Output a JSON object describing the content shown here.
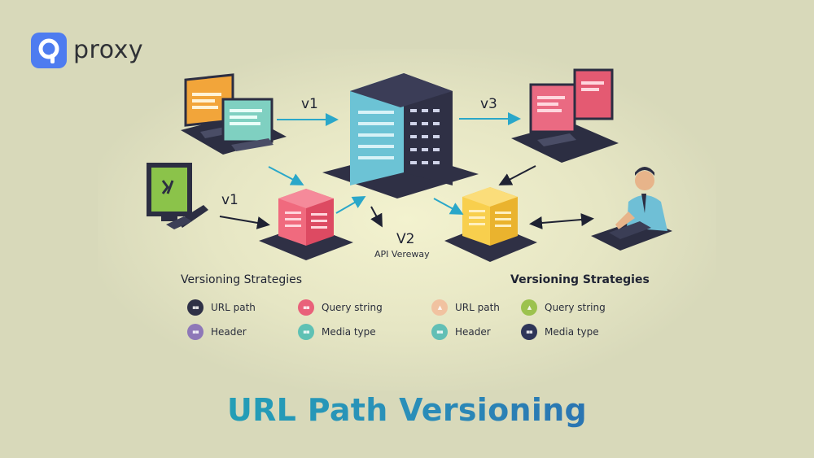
{
  "brand": {
    "name": "proxy",
    "logo_icon": "proxy-logo-icon",
    "color": "#4e7cf0"
  },
  "diagram": {
    "left_top_label": "v1",
    "right_top_label": "v3",
    "left_mid_label": "v1",
    "gateway_version": "V2",
    "gateway_label": "API Vereway",
    "colors": {
      "server": "#2f3045",
      "server_face": "#6cc3d5",
      "red_cube": "#ea5a6e",
      "yellow_cube": "#f5c542",
      "arrow_teal": "#2aa7c9",
      "arrow_dark": "#1f2233"
    }
  },
  "legend_left": {
    "title": "Versioning Strategies",
    "items": [
      {
        "label": "URL path",
        "color": "#2f3147"
      },
      {
        "label": "Query string",
        "color": "#e9617a"
      },
      {
        "label": "Header",
        "color": "#8e78b8"
      },
      {
        "label": "Media type",
        "color": "#5fc1b4"
      }
    ]
  },
  "legend_right": {
    "title": "Versioning Strategies",
    "items": [
      {
        "label": "URL path",
        "color": "#f1c2a0"
      },
      {
        "label": "Query string",
        "color": "#9cc24e"
      },
      {
        "label": "Header",
        "color": "#62bfb5"
      },
      {
        "label": "Media type",
        "color": "#2e3558"
      }
    ]
  },
  "headline": "URL Path Versioning"
}
